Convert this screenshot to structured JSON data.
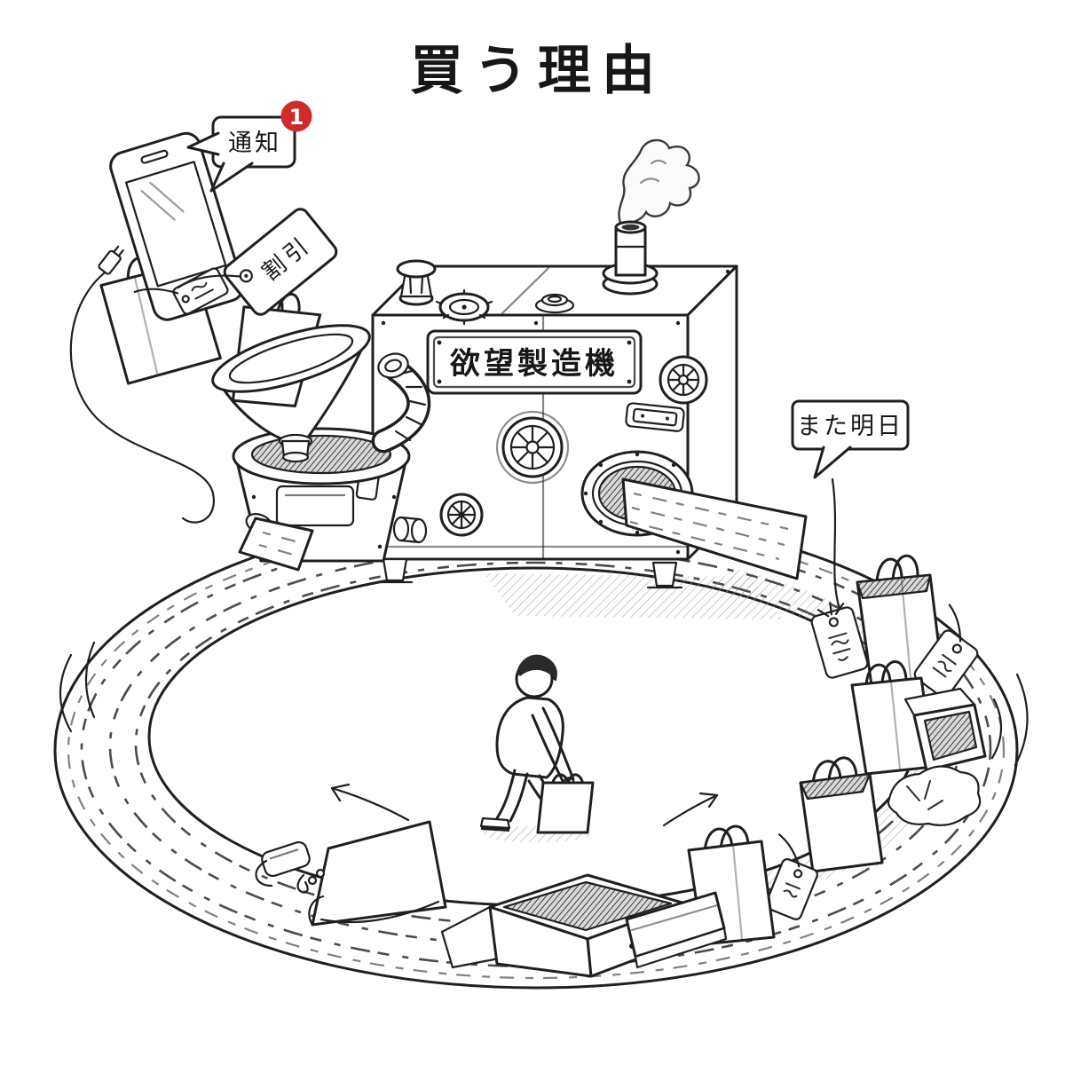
{
  "title": "買う理由",
  "machine": {
    "nameplate": "欲望製造機"
  },
  "notification_bubble": {
    "label": "通知",
    "badge_count": "1"
  },
  "price_tag": {
    "label": "割引"
  },
  "farewell_bubble": {
    "label": "また明日"
  },
  "colors": {
    "ink": "#1f1f1f",
    "badge_red": "#cf2b2a",
    "paper": "#ffffff"
  },
  "scene_objects": [
    "smartphone-icon",
    "charging-cable-icon",
    "shopping-bag-icon",
    "price-tag-icon",
    "funnel-icon",
    "hopper-icon",
    "desire-machine",
    "chimney-icon",
    "smoke-icon",
    "valve-icon",
    "handwheel-icon",
    "receipt-conveyor-loop",
    "walking-shopper",
    "cardboard-box-icon",
    "crumpled-paper-icon",
    "earphones-icon",
    "direction-arrow-icon",
    "motion-lines"
  ]
}
